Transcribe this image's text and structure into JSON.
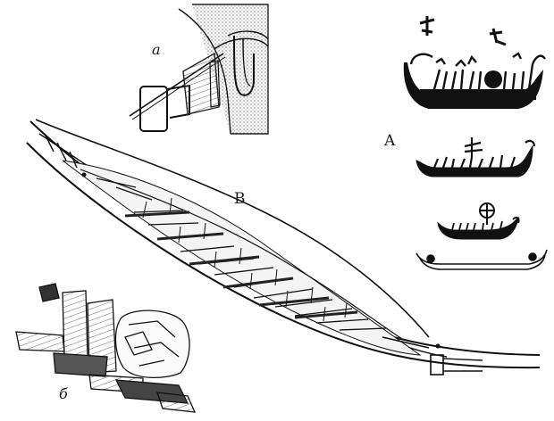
{
  "figure": {
    "labels": {
      "rock_carvings": "A",
      "boat_drawing": "B",
      "detail_lashing": "a",
      "detail_fragments": "б"
    }
  }
}
